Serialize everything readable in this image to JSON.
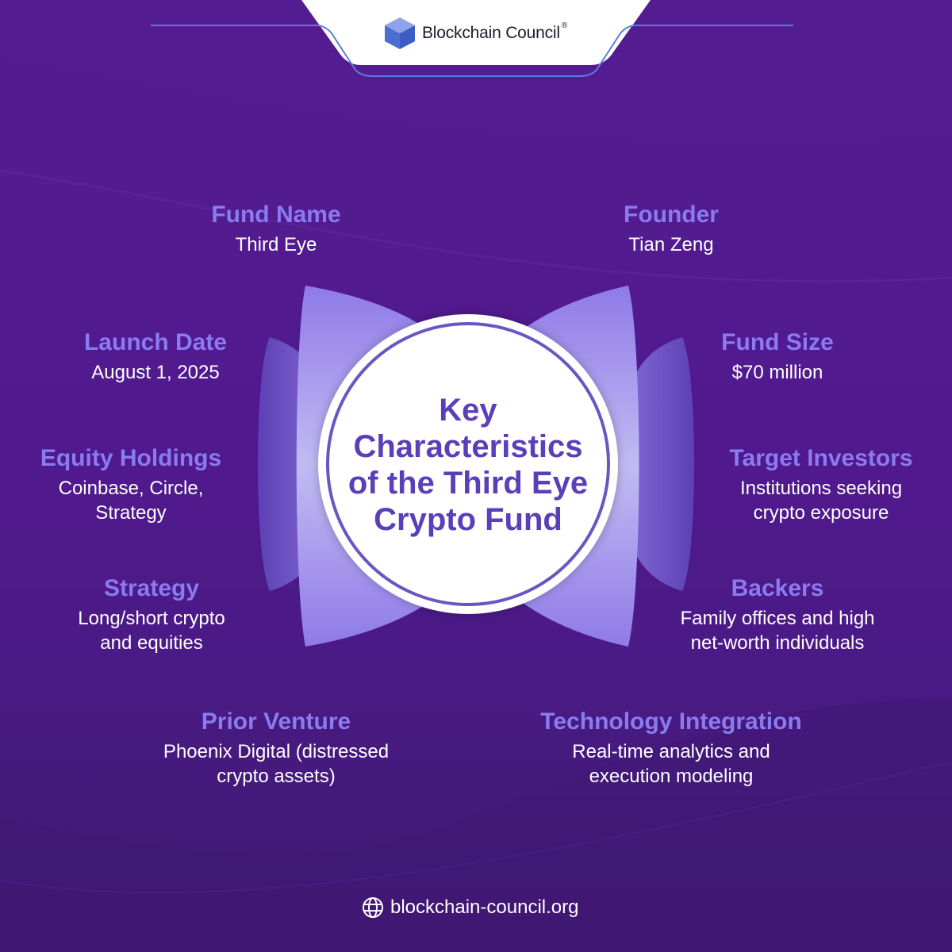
{
  "header": {
    "brand": "Blockchain Council",
    "registered_mark": "®",
    "logo_icon": "cube-icon",
    "logo_color": "#4a6fd0"
  },
  "center": {
    "title_lines": [
      "Key",
      "Characteristics",
      "of the Third Eye",
      "Crypto Fund"
    ],
    "title_color": "#5a3fb8"
  },
  "items": [
    {
      "label": "Fund Name",
      "value_lines": [
        "Third Eye"
      ]
    },
    {
      "label": "Founder",
      "value_lines": [
        "Tian Zeng"
      ]
    },
    {
      "label": "Launch Date",
      "value_lines": [
        "August 1, 2025"
      ]
    },
    {
      "label": "Fund Size",
      "value_lines": [
        "$70 million"
      ]
    },
    {
      "label": "Equity Holdings",
      "value_lines": [
        "Coinbase, Circle,",
        "Strategy"
      ]
    },
    {
      "label": "Target Investors",
      "value_lines": [
        "Institutions seeking",
        "crypto exposure"
      ]
    },
    {
      "label": "Strategy",
      "value_lines": [
        "Long/short crypto",
        "and equities"
      ]
    },
    {
      "label": "Backers",
      "value_lines": [
        "Family offices and high",
        "net-worth individuals"
      ]
    },
    {
      "label": "Prior Venture",
      "value_lines": [
        "Phoenix Digital (distressed",
        "crypto assets)"
      ]
    },
    {
      "label": "Technology Integration",
      "value_lines": [
        "Real-time analytics and",
        "execution modeling"
      ]
    }
  ],
  "footer": {
    "icon": "globe-icon",
    "website": "blockchain-council.org"
  },
  "colors": {
    "background": "#521d8e",
    "label": "#8a7cf0",
    "value": "#ffffff",
    "accent_line": "#5b7fe0"
  }
}
